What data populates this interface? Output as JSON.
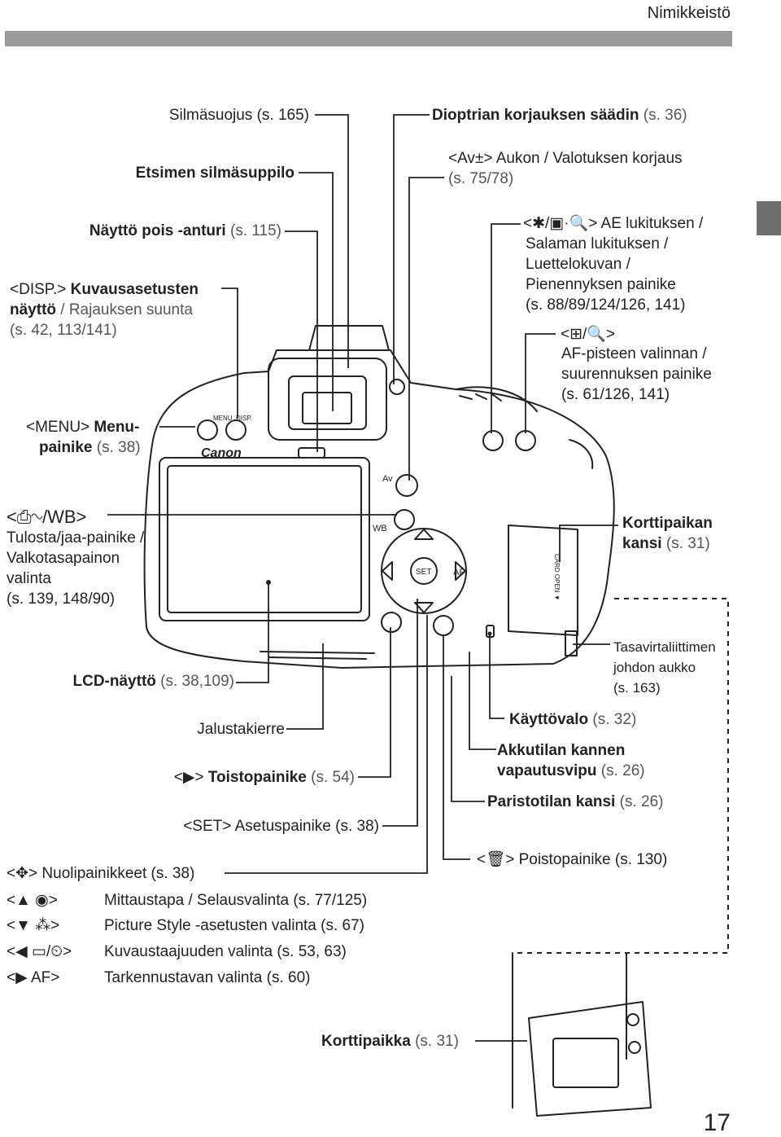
{
  "header": {
    "section_title": "Nimikkeistö"
  },
  "page_number": "17",
  "labels": {
    "eyecup": "Silmäsuojus (s. 165)",
    "diopter": {
      "name": "Dioptrian korjauksen säädin",
      "ref": " (s. 36)"
    },
    "eyepiece": "Etsimen silmäsuppilo",
    "av_button": {
      "key": "<Av",
      "key_icon": "±",
      "desc": "> Aukon / Valotuksen korjaus",
      "ref": "(s. 75/78)"
    },
    "display_off_sensor": {
      "name": "Näyttö pois -anturi",
      "ref": " (s. 115)"
    },
    "ae_lock": {
      "key": "<✱/▣·🔍>",
      "line1": " AE lukituksen /",
      "line2": "Salaman lukituksen /",
      "line3": "Luettelokuvan /",
      "line4": "Pienennyksen painike",
      "ref": "(s. 88/89/124/126, 141)"
    },
    "disp_button": {
      "key": "<DISP.>",
      "line1": " Kuvausasetusten",
      "line2a": "näyttö",
      "line2b": " / Rajauksen suunta",
      "ref": "(s. 42, 113/141)"
    },
    "af_point": {
      "key": "<⊞/🔍>",
      "line1": "AF-pisteen valinnan /",
      "line2": "suurennuksen painike",
      "ref": "(s. 61/126, 141)"
    },
    "menu_button": {
      "key": "<MENU>",
      "line1": " Menu-",
      "line2": "painike",
      "ref": " (s. 38)"
    },
    "print_wb": {
      "key": "<⎙∿/WB>",
      "line1": "Tulosta/jaa-painike /",
      "line2": "Valkotasapainon",
      "line3": "valinta",
      "ref": "(s. 139, 148/90)"
    },
    "card_cover": {
      "line1": "Korttipaikan",
      "line2": "kansi",
      "ref": " (s. 31)"
    },
    "dc_coupler": {
      "line1": "Tasavirtaliittimen",
      "line2": "johdon aukko",
      "ref": "(s. 163)"
    },
    "lcd": {
      "name": "LCD-näyttö",
      "ref": " (s. 38,109)"
    },
    "access_lamp": {
      "name": "Käyttövalo",
      "ref": " (s. 32)"
    },
    "tripod": "Jalustakierre",
    "battery_release": {
      "line1": "Akkutilan kannen",
      "line2": "vapautusvipu",
      "ref": " (s. 26)"
    },
    "playback": {
      "key": "<▶>",
      "name": " Toistopainike",
      "ref": " (s. 54)"
    },
    "battery_cover": {
      "name": "Paristotilan kansi",
      "ref": " (s. 26)"
    },
    "set_button": {
      "key": "<SET>",
      "desc": " Asetuspainike (s. 38)"
    },
    "erase_button": {
      "key": "<🗑>",
      "desc": " Poistopainike (s. 130)"
    },
    "card_slot": {
      "name": "Korttipaikka",
      "ref": " (s. 31)"
    }
  },
  "cross_keys": [
    {
      "key": "<✥>",
      "desc": "Nuolipainikkeet (s. 38)"
    },
    {
      "key": "<▲ ◉>",
      "desc": "Mittaustapa / Selausvalinta (s. 77/125)"
    },
    {
      "key": "<▼ ⁂>",
      "desc": "Picture Style -asetusten valinta (s. 67)"
    },
    {
      "key": "<◀ ▭/⏲>",
      "desc": "Kuvaustaajuuden valinta (s. 53, 63)"
    },
    {
      "key": "<▶ AF>",
      "desc": "Tarkennustavan valinta (s. 60)"
    }
  ],
  "camera_markings": {
    "brand": "Canon",
    "menu": "MENU",
    "disp": "DISP.",
    "av": "Av",
    "wb": "WB",
    "set": "SET",
    "af": "AF",
    "card_open": "CARD OPEN ▼"
  },
  "colors": {
    "header_bar": "#9a9a9a",
    "side_tab": "#6f6f6f",
    "line": "#222222"
  }
}
